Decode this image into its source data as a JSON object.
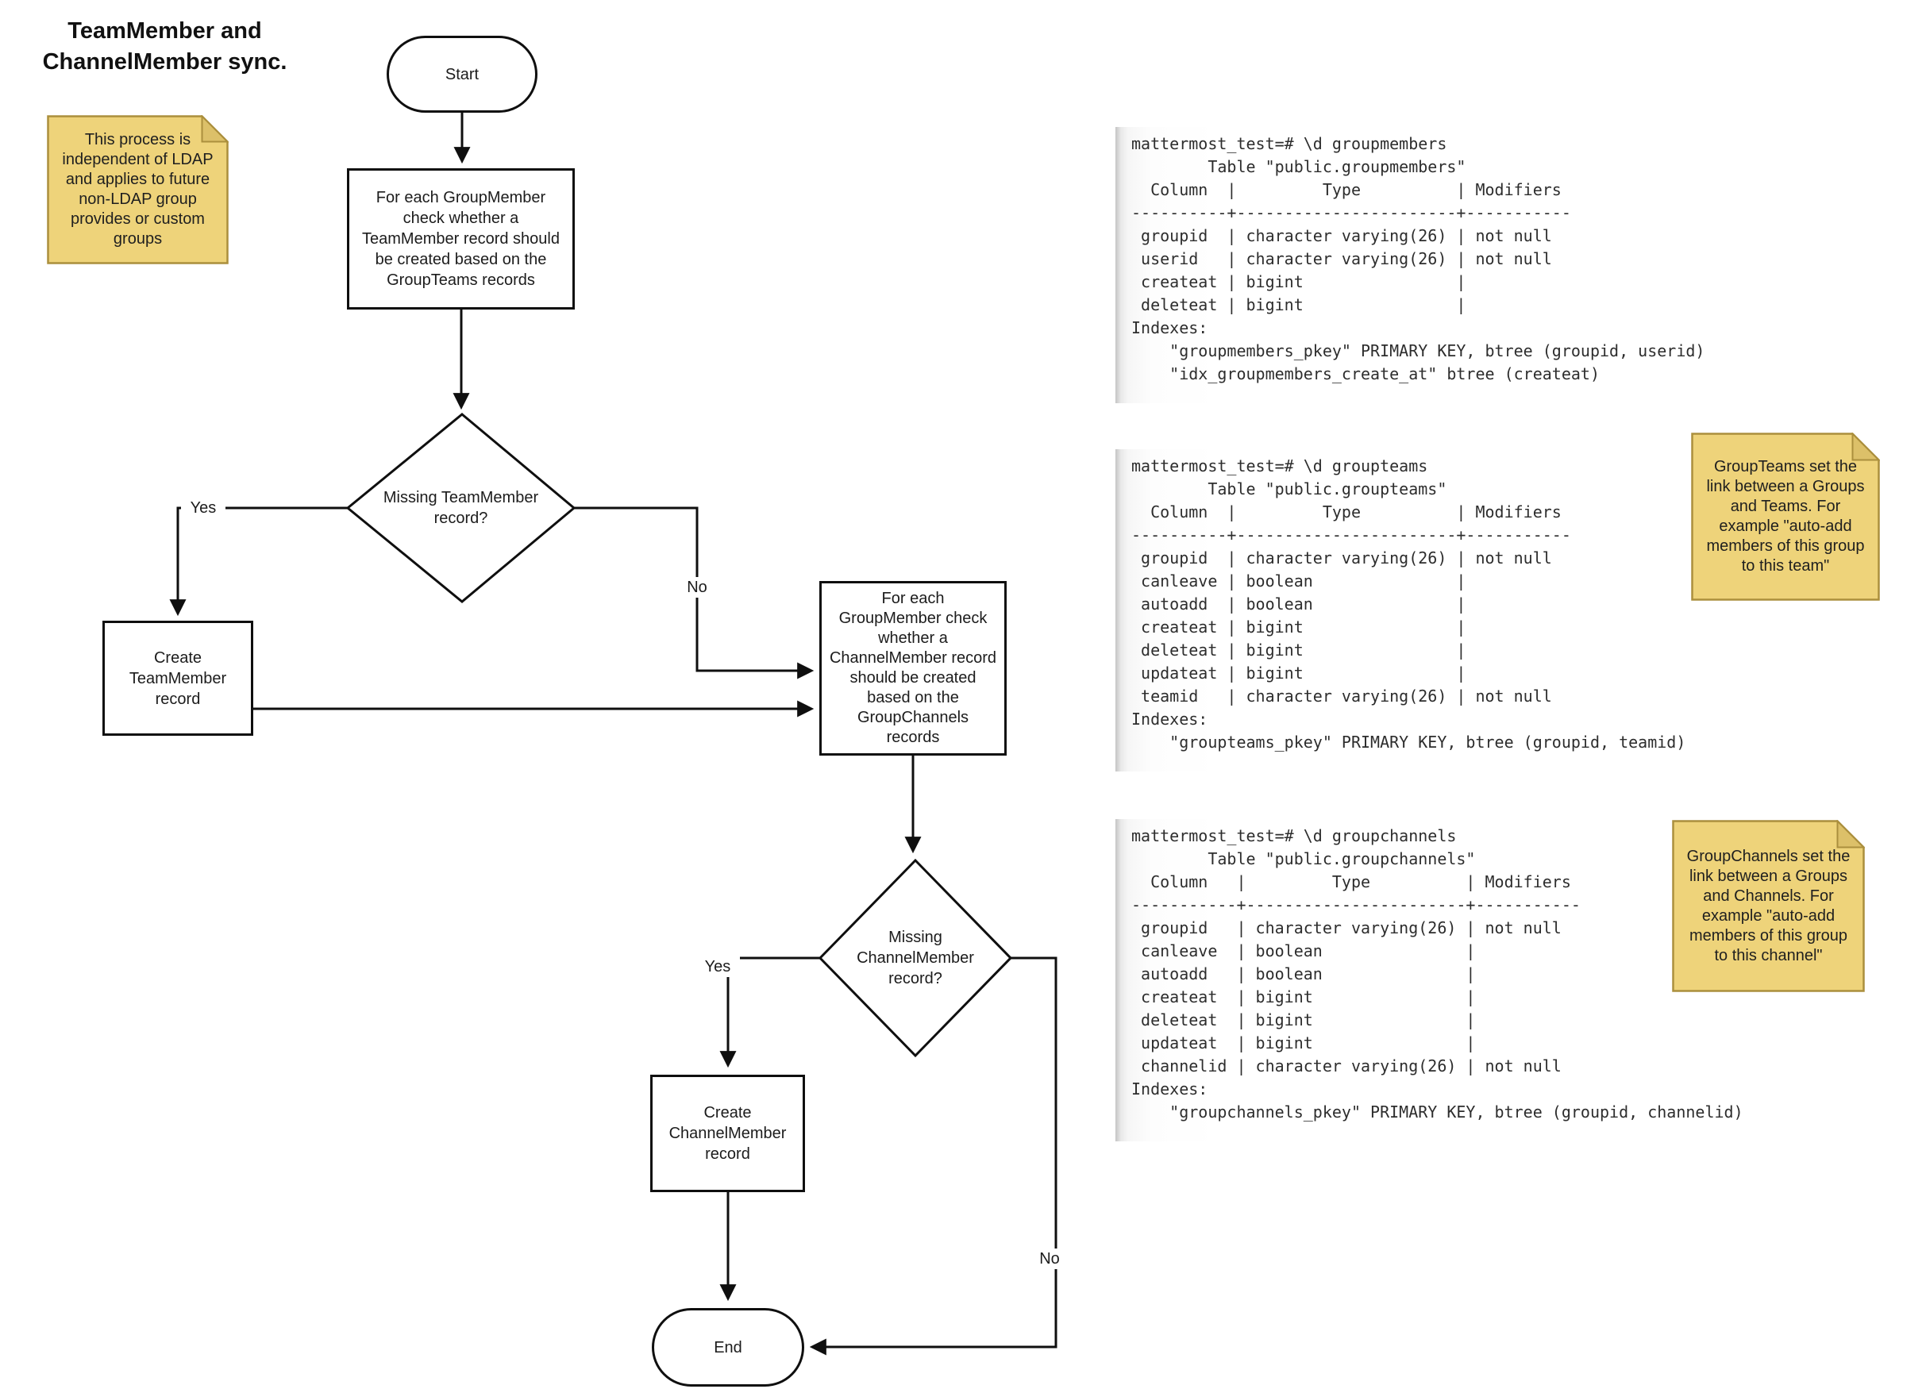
{
  "title": "TeamMember and\nChannelMember sync.",
  "flow": {
    "start": "Start",
    "end": "End",
    "process_check_teammember": "For each GroupMember\ncheck whether a\nTeamMember record should\nbe created based on the\nGroupTeams records",
    "decision_teammember": "Missing TeamMember\nrecord?",
    "create_teammember": "Create\nTeamMember\nrecord",
    "process_check_channelmember": "For each\nGroupMember check\nwhether a\nChannelMember record\nshould be created\nbased on the\nGroupChannels\nrecords",
    "decision_channelmember": "Missing\nChannelMember\nrecord?",
    "create_channelmember": "Create\nChannelMember\nrecord",
    "label_yes_teammember": "Yes",
    "label_no_teammember": "No",
    "label_yes_channelmember": "Yes",
    "label_no_channelmember": "No"
  },
  "notes": {
    "ldap": "This process is\nindependent of LDAP\nand applies to future\nnon-LDAP group\nprovides or custom\ngroups",
    "groupteams": "GroupTeams set the\nlink between a Groups\nand Teams. For\nexample \"auto-add\nmembers of this group\nto this team\"",
    "groupchannels": "GroupChannels set the\nlink between a Groups\nand Channels. For\nexample \"auto-add\nmembers of this group\nto this channel\""
  },
  "psql": {
    "groupmembers": {
      "lines": [
        "mattermost_test=# \\d groupmembers",
        "        Table \"public.groupmembers\"",
        "  Column  |         Type          | Modifiers",
        "----------+-----------------------+-----------",
        " groupid  | character varying(26) | not null",
        " userid   | character varying(26) | not null",
        " createat | bigint                |",
        " deleteat | bigint                |",
        "Indexes:",
        "    \"groupmembers_pkey\" PRIMARY KEY, btree (groupid, userid)",
        "    \"idx_groupmembers_create_at\" btree (createat)"
      ]
    },
    "groupteams": {
      "lines": [
        "mattermost_test=# \\d groupteams",
        "        Table \"public.groupteams\"",
        "  Column  |         Type          | Modifiers",
        "----------+-----------------------+-----------",
        " groupid  | character varying(26) | not null",
        " canleave | boolean               |",
        " autoadd  | boolean               |",
        " createat | bigint                |",
        " deleteat | bigint                |",
        " updateat | bigint                |",
        " teamid   | character varying(26) | not null",
        "Indexes:",
        "    \"groupteams_pkey\" PRIMARY KEY, btree (groupid, teamid)"
      ]
    },
    "groupchannels": {
      "lines": [
        "mattermost_test=# \\d groupchannels",
        "        Table \"public.groupchannels\"",
        "  Column   |         Type          | Modifiers",
        "-----------+-----------------------+-----------",
        " groupid   | character varying(26) | not null",
        " canleave  | boolean               |",
        " autoadd   | boolean               |",
        " createat  | bigint                |",
        " deleteat  | bigint                |",
        " updateat  | bigint                |",
        " channelid | character varying(26) | not null",
        "Indexes:",
        "    \"groupchannels_pkey\" PRIMARY KEY, btree (groupid, channelid)"
      ]
    }
  },
  "colors": {
    "note_fill": "#eed37a",
    "note_fold": "#dcc069",
    "note_border": "#ab8f3d",
    "line": "#0f0f0f",
    "background": "#ffffff"
  }
}
